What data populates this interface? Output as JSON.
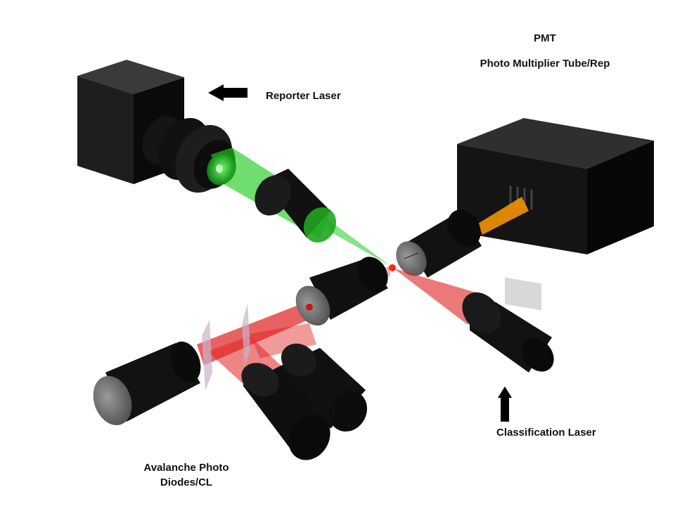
{
  "labels": {
    "pmt_short": "PMT",
    "pmt_full": "Photo Multiplier Tube/Rep",
    "reporter_laser": "Reporter Laser",
    "classification_laser": "Classification Laser",
    "apd_line1": "Avalanche Photo",
    "apd_line2": "Diodes/CL"
  },
  "colors": {
    "reporter_beam": "#22cc22",
    "classification_beam": "#e02020",
    "pmt_beam": "#ff9a00",
    "component_body": "#0c0c0c",
    "lens_face": "#6e6e6e",
    "background": "#ffffff"
  },
  "icons": [
    "left-arrow-icon",
    "up-arrow-icon"
  ]
}
